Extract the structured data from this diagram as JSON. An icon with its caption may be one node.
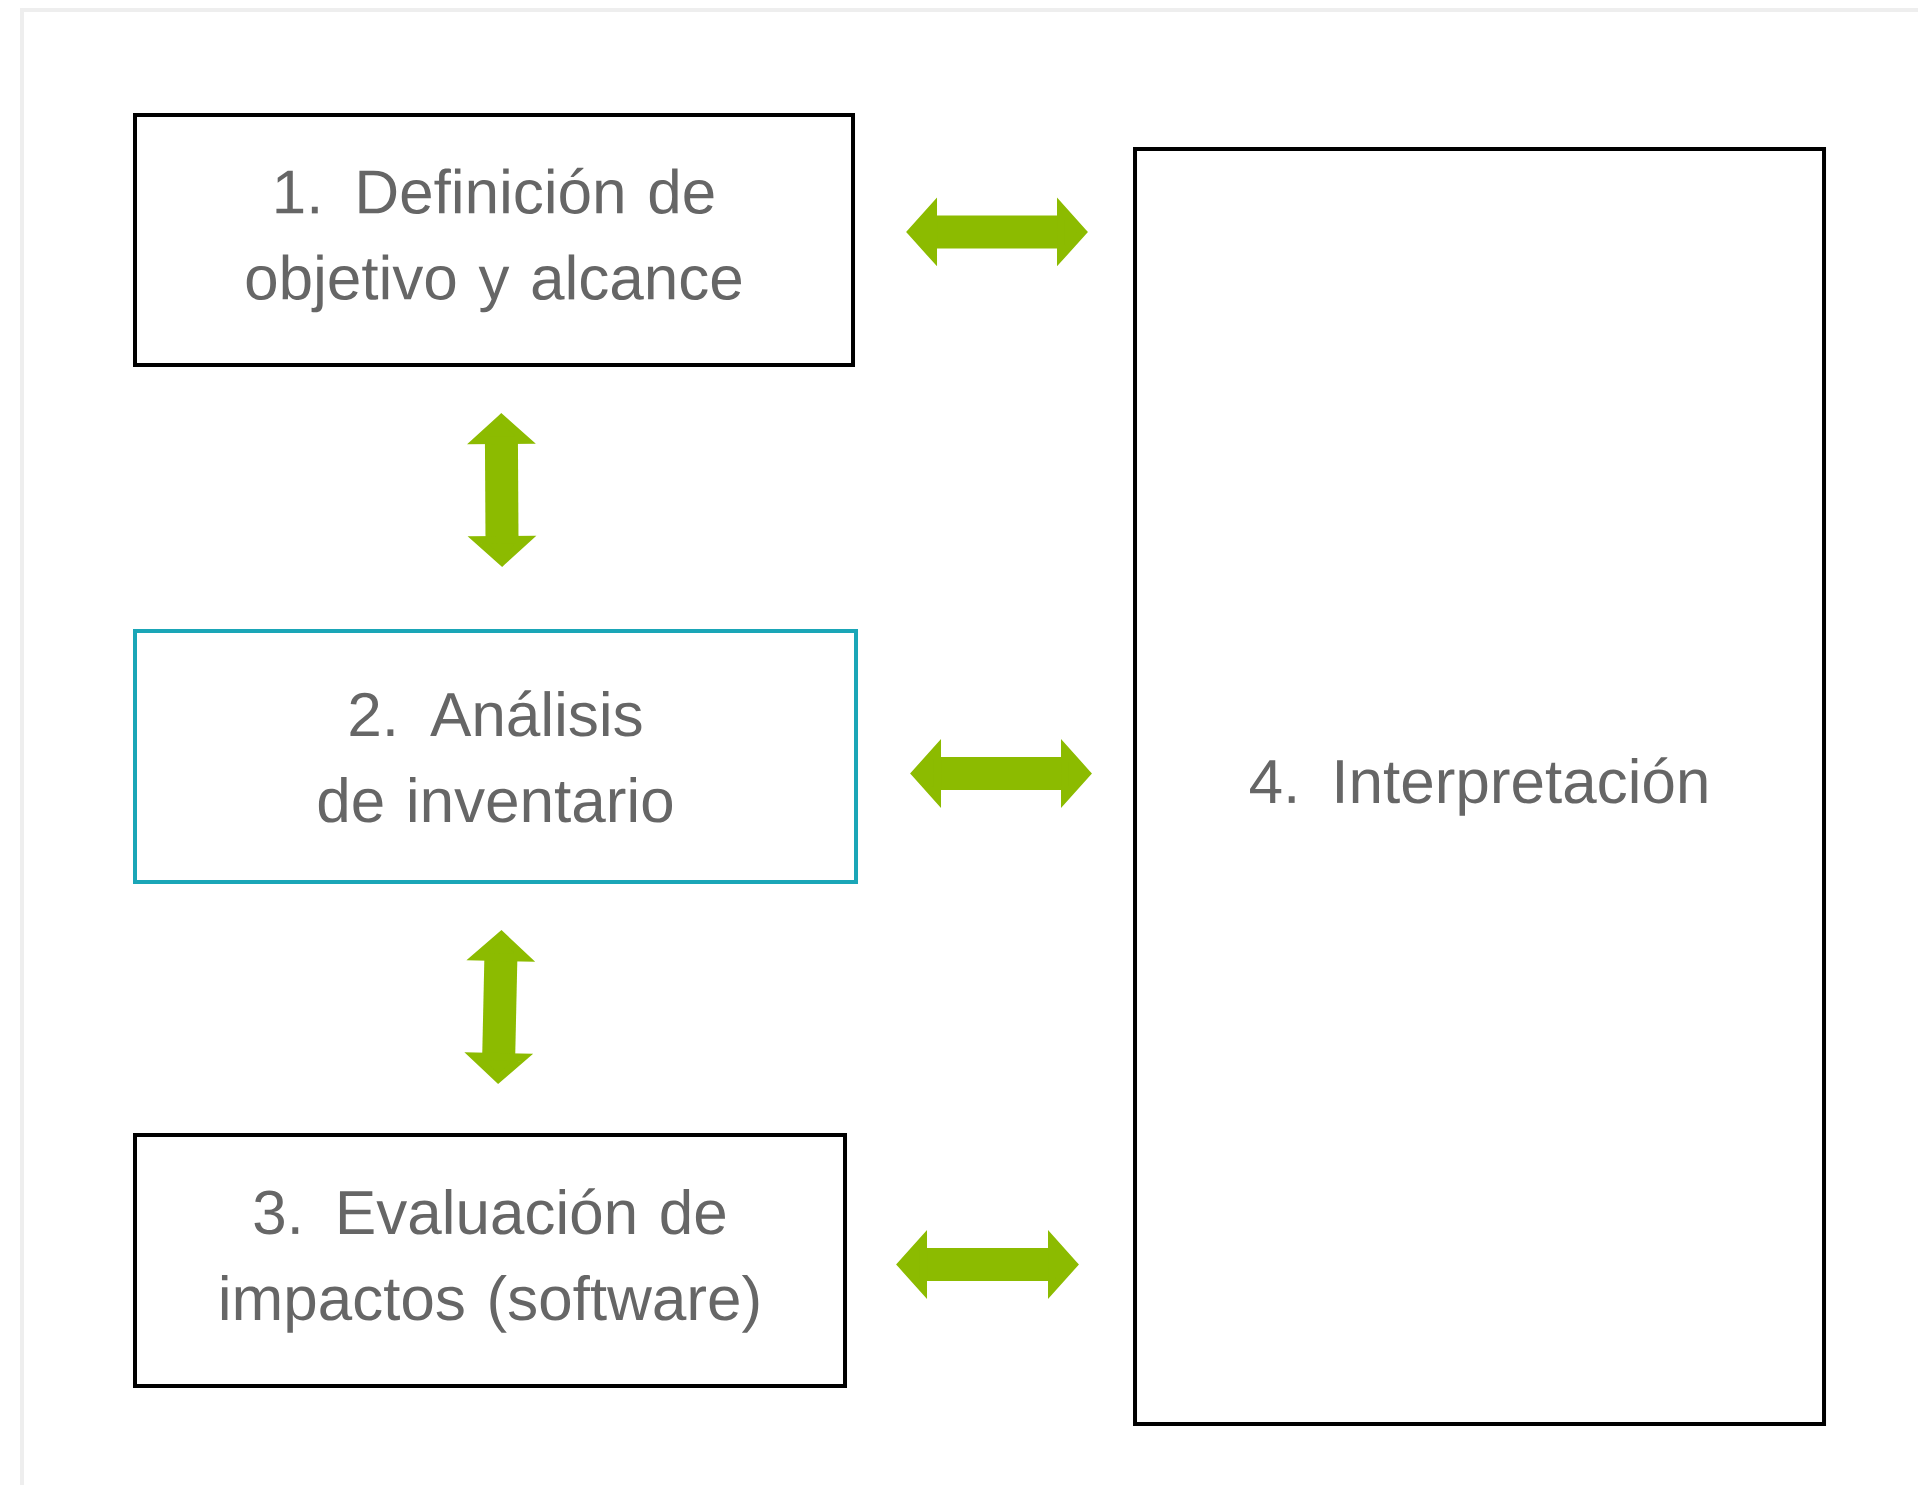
{
  "diagram": {
    "nodes": [
      {
        "text": [
          "1. Definición de objetivo y alcance"
        ]
      },
      {
        "text": [
          "2. Análisis de inventario"
        ]
      },
      {
        "text": [
          "3. Evaluación de impactos (software)"
        ]
      },
      {
        "text": [
          "4. Interpretación"
        ]
      }
    ],
    "edges": [
      {
        "from": 0,
        "to": 3,
        "arrow": "both"
      },
      {
        "from": 0,
        "to": 1,
        "arrow": "both"
      },
      {
        "from": 1,
        "to": 3,
        "arrow": "both"
      },
      {
        "from": 1,
        "to": 2,
        "arrow": "both"
      },
      {
        "from": 2,
        "to": 3,
        "arrow": "both"
      }
    ]
  }
}
